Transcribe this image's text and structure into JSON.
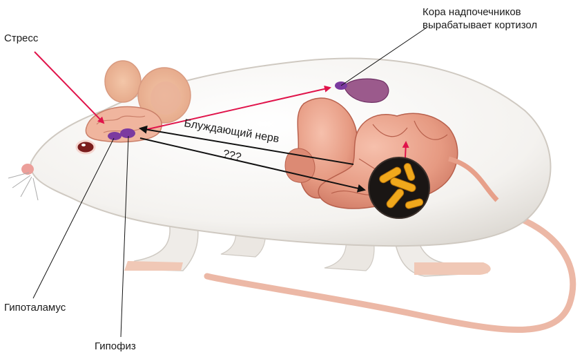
{
  "labels": {
    "stress": "Стресс",
    "adrenal_line1": "Кора надпочечников",
    "adrenal_line2": "вырабатывает кортизол",
    "hypothalamus": "Гипоталамус",
    "pituitary": "Гипофиз",
    "vagus_nerve": "Блуждающий нерв",
    "unknown_path": "???"
  },
  "colors": {
    "stress_arrow": "#e0134a",
    "gland_purple": "#7b3aa0",
    "organ_flesh": "#e79b86",
    "bacteria": "#f0a81c",
    "body_fur": "#f7f5f2"
  }
}
